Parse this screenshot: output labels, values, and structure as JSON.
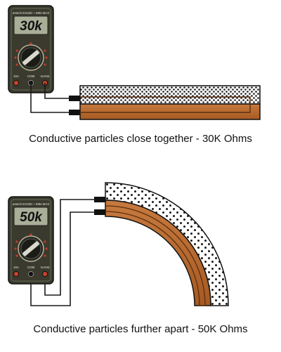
{
  "colors": {
    "meter_body": "#3a3a2e",
    "lcd": "#a9ae98",
    "copper": "#b8672c",
    "copper_edge": "#5a2f10",
    "particle": "#1a1a1a",
    "wire": "#1a1a1a"
  },
  "panels": [
    {
      "meter": {
        "reading": "30k",
        "brand_text": "extech EX330 ~ MIN MAX",
        "jacks": [
          "10A",
          "COM",
          "mAVΩ"
        ]
      },
      "caption": "Conductive particles close together - 30K Ohms"
    },
    {
      "meter": {
        "reading": "50k",
        "brand_text": "extech EX330 ~ MIN MAX",
        "jacks": [
          "10A",
          "COM",
          "mAVΩ"
        ]
      },
      "caption": "Conductive particles further apart - 50K Ohms"
    }
  ]
}
